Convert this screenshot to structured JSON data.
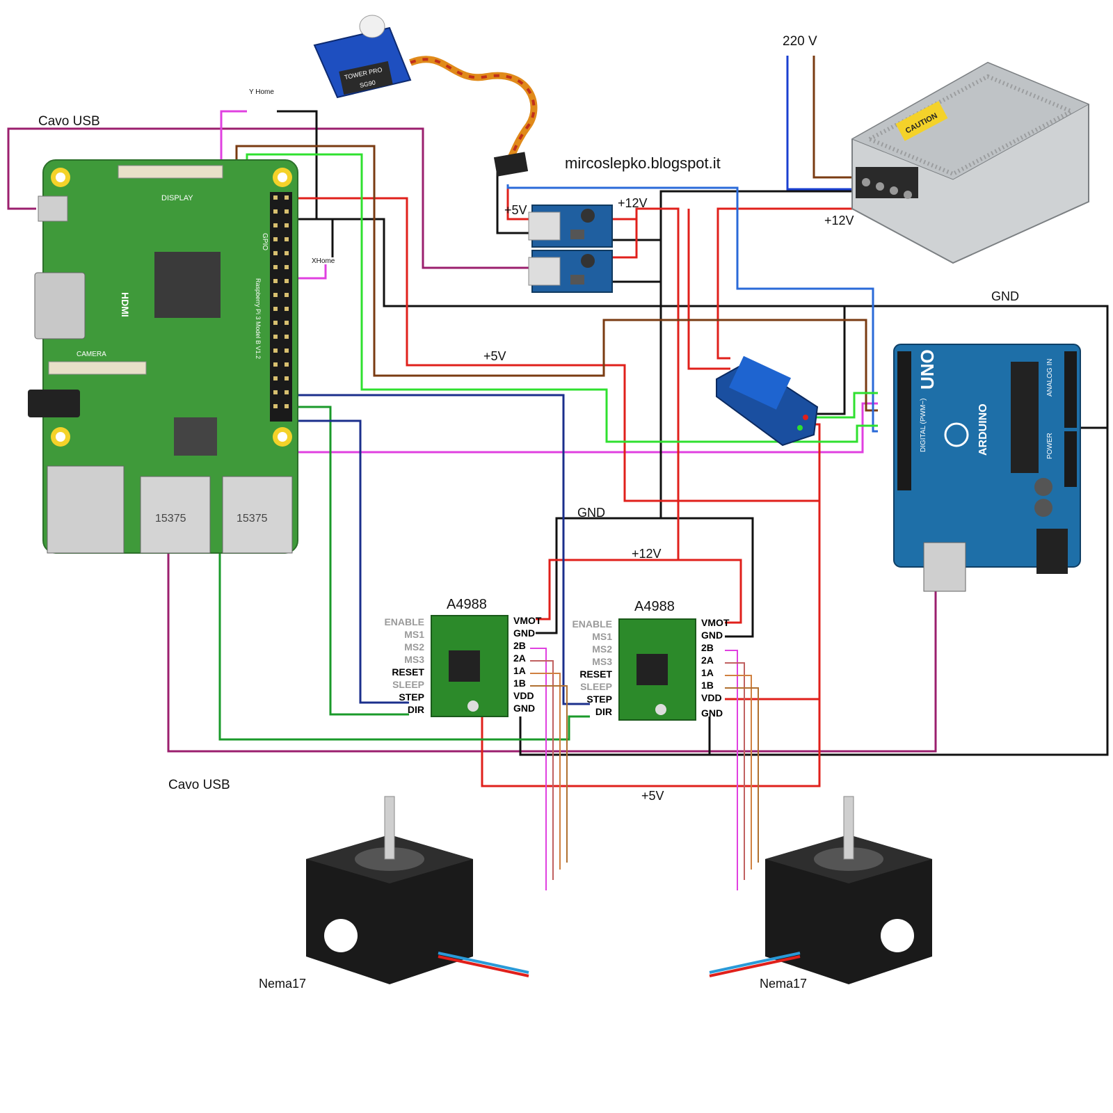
{
  "labels": {
    "blog": "mircoslepko.blogspot.it",
    "mains": "220 V",
    "usb_cable_top": "Cavo USB",
    "usb_cable_bottom": "Cavo USB",
    "y_home": "Y Home",
    "x_home": "XHome",
    "buck_5v": "+5V",
    "buck_12v": "+12V",
    "psu_12v": "+12V",
    "mid_5v": "+5V",
    "gnd_right": "GND",
    "gnd_mid": "GND",
    "drv_12v": "+12V",
    "bottom_5v": "+5V",
    "motor_left": "Nema17",
    "motor_right": "Nema17"
  },
  "driver_left": {
    "title": "A4988",
    "left_pins": [
      "ENABLE",
      "MS1",
      "MS2",
      "MS3",
      "RESET",
      "SLEEP",
      "STEP",
      "DIR"
    ],
    "right_pins": [
      "VMOT",
      "GND",
      "2B",
      "2A",
      "1A",
      "1B",
      "VDD",
      "GND"
    ]
  },
  "driver_right": {
    "title": "A4988",
    "left_pins": [
      "ENABLE",
      "MS1",
      "MS2",
      "MS3",
      "RESET",
      "SLEEP",
      "STEP",
      "DIR"
    ],
    "right_pins": [
      "VMOT",
      "GND",
      "2B",
      "2A",
      "1A",
      "1B",
      "VDD",
      "GND"
    ]
  },
  "raspberry": {
    "display": "DISPLAY",
    "camera": "CAMERA",
    "hdmi": "HDMI",
    "usb_left": "15375",
    "usb_right": "15375",
    "gpio": "GPIO",
    "model": "Raspberry Pi 3 Model B V1.2"
  },
  "arduino": {
    "uno": "UNO",
    "brand": "ARDUINO",
    "digital": "DIGITAL (PWM~)",
    "analog": "ANALOG IN",
    "power": "POWER"
  },
  "servo": {
    "brand": "TOWER PRO",
    "model": "SG90"
  },
  "psu": {
    "caution": "CAUTION"
  },
  "colors": {
    "red": "#e0201b",
    "black": "#111111",
    "green": "#2fe02f",
    "dark_green": "#1a9a2a",
    "magenta": "#e040e0",
    "purple": "#9b1f6e",
    "brown": "#7a3b12",
    "navy": "#1b2f8c",
    "blue": "#2a6ad8",
    "pcb_green": "#3f9a3a",
    "arduino_blue": "#1e6fa8"
  }
}
